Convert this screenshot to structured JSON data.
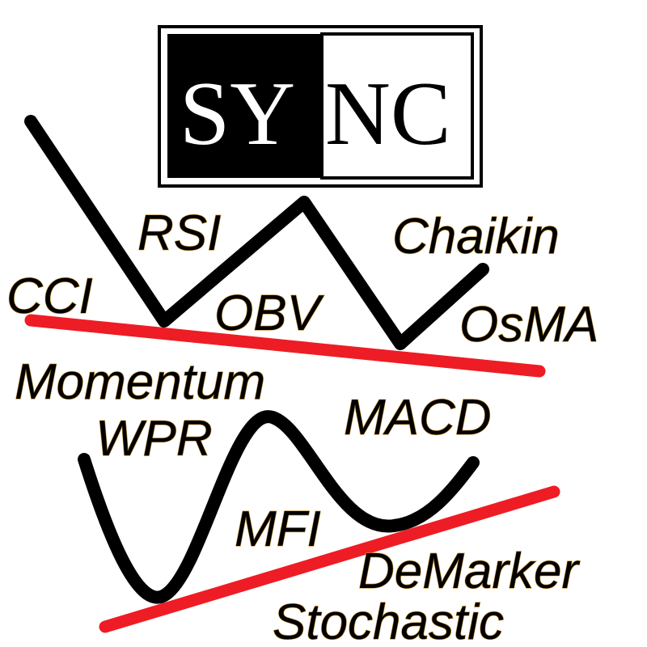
{
  "logo": {
    "left_text": "SY",
    "right_text": "NC"
  },
  "indicators": {
    "rsi": "RSI",
    "chaikin": "Chaikin",
    "cci": "CCI",
    "obv": "OBV",
    "osma": "OsMA",
    "momentum": "Momentum",
    "wpr": "WPR",
    "macd": "MACD",
    "mfi": "MFI",
    "demarker": "DeMarker",
    "stochastic": "Stochastic"
  },
  "colors": {
    "wave": "#000000",
    "trendline": "#ee1c24",
    "label_fill": "#000000",
    "label_outline": "#c8902a",
    "logo_dark": "#000000",
    "logo_light": "#ffffff"
  }
}
